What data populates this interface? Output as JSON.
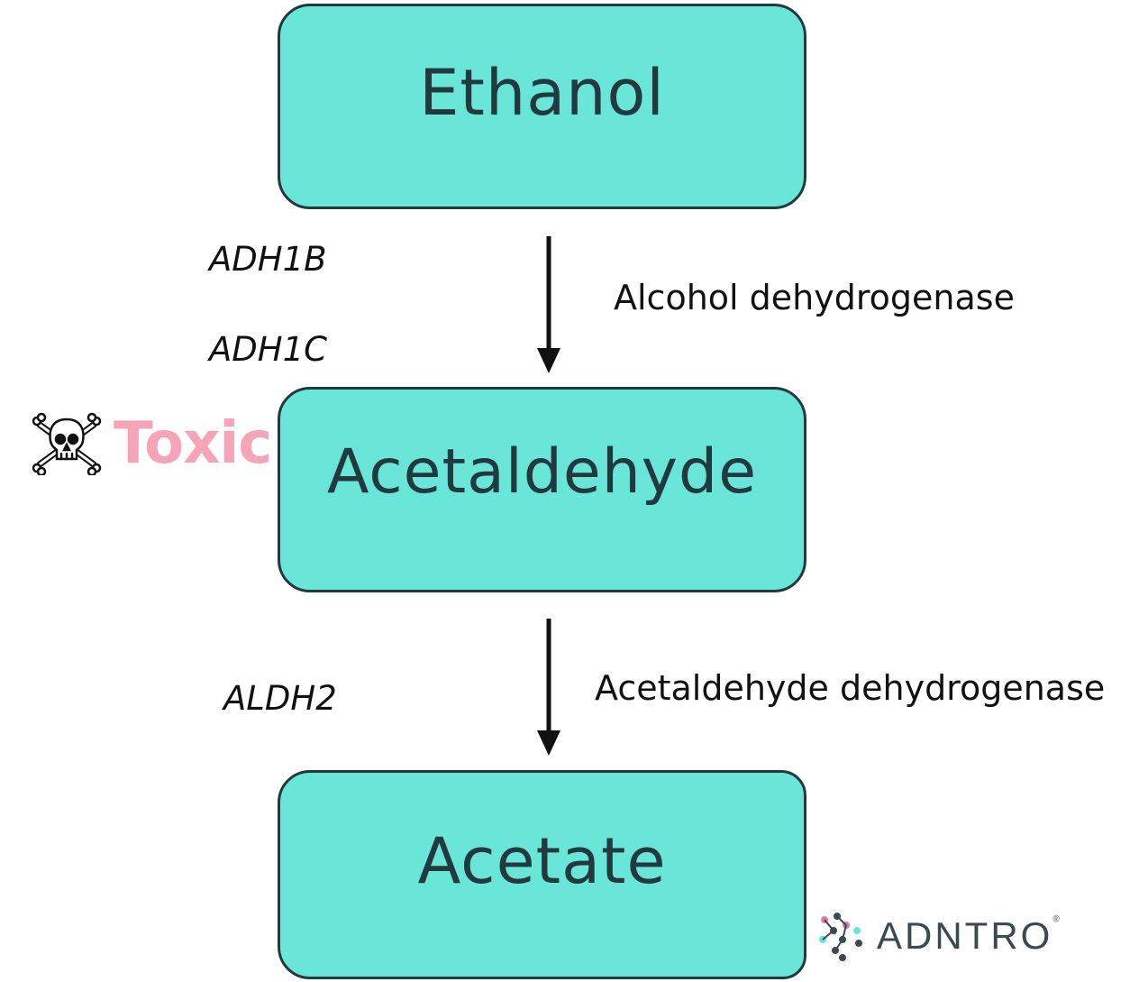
{
  "diagram": {
    "nodes": {
      "ethanol": "Ethanol",
      "acetaldehyde": "Acetaldehyde",
      "acetate": "Acetate"
    },
    "steps": [
      {
        "genes": [
          "ADH1B",
          "ADH1C"
        ],
        "enzyme": "Alcohol dehydrogenase"
      },
      {
        "genes": [
          "ALDH2"
        ],
        "enzyme": "Acetaldehyde dehydrogenase"
      }
    ],
    "toxic_label": "Toxic",
    "toxic_icon": "skull-crossbones-icon"
  },
  "brand": {
    "name": "ADNTRO",
    "mark": "®"
  },
  "colors": {
    "box_fill": "#69e6d8",
    "box_border": "#22393f",
    "toxic": "#f7a3b8",
    "arrow": "#111111"
  }
}
